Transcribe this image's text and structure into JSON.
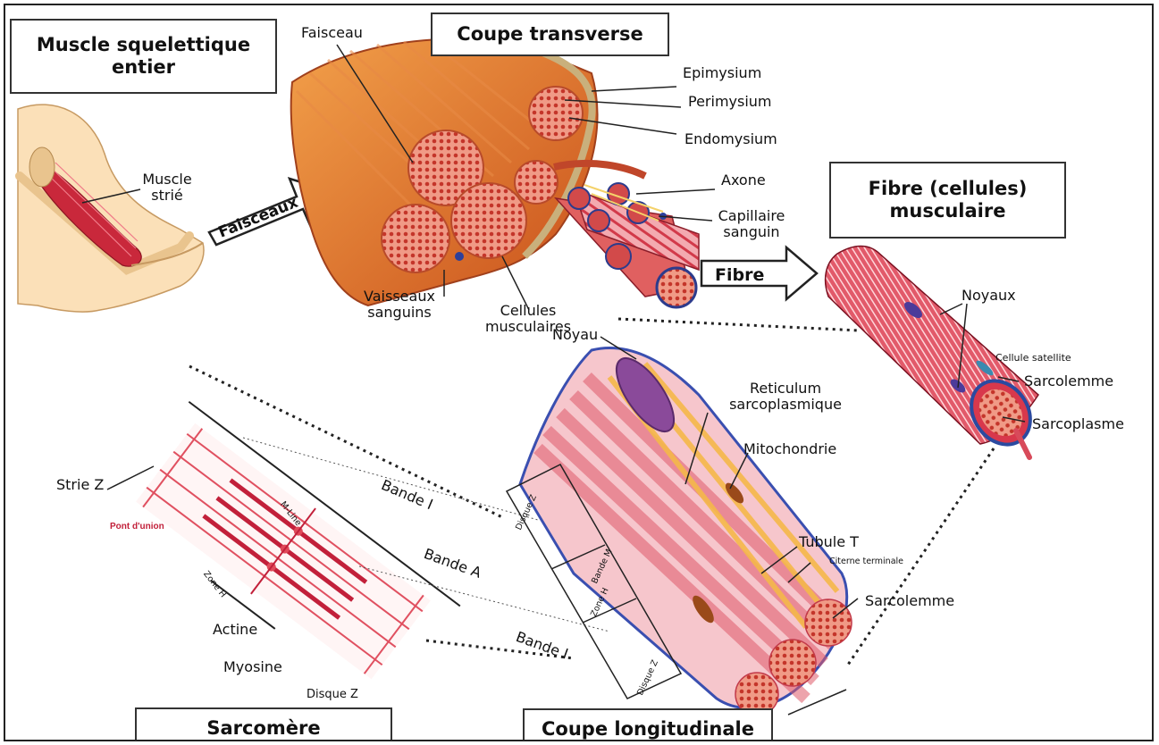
{
  "titles": {
    "whole_muscle": "Muscle squelettique entier",
    "cross_section": "Coupe transverse",
    "fiber": "Fibre (cellules) musculaire",
    "sarcomere": "Sarcomère",
    "longitudinal": "Coupe longitudinale"
  },
  "arrows": {
    "faisceaux": "Faisceaux",
    "fibre": "Fibre"
  },
  "labels": {
    "muscle_strie": "Muscle strié",
    "faisceau": "Faisceau",
    "epimysium": "Epimysium",
    "perimysium": "Perimysium",
    "endomysium": "Endomysium",
    "axone": "Axone",
    "capillaire": "Capillaire sanguin",
    "vaisseaux": "Vaisseaux sanguins",
    "cellules_musculaires": "Cellules musculaires",
    "noyaux": "Noyaux",
    "cellule_satellite": "Cellule satellite",
    "sarcolemme_fibre": "Sarcolemme",
    "sarcoplasme": "Sarcoplasme",
    "noyau": "Noyau",
    "reticulum": "Reticulum sarcoplasmique",
    "mitochondrie": "Mitochondrie",
    "tubule_t": "Tubule T",
    "citerne": "Citerne terminale",
    "sarcolemme_long": "Sarcolemme",
    "strie_z": "Strie Z",
    "pont_union": "Pont d'union",
    "m_line": "M-Line",
    "zone_h": "Zone H",
    "actine": "Actine",
    "myosine": "Myosine",
    "disque_z": "Disque Z",
    "bande_i_top": "Bande I",
    "bande_a": "Bande A",
    "bande_i_bottom": "Bande I",
    "disque_z_a": "Disque Z",
    "disque_z_b": "Disque Z",
    "bande_h_zone": "Zone H",
    "bande_m": "Bande M"
  }
}
